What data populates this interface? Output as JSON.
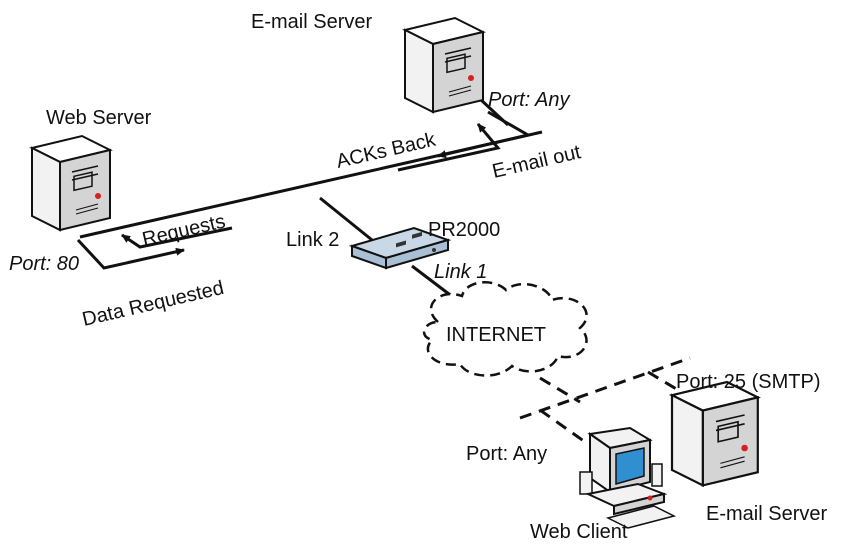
{
  "labels": {
    "email_server_top": "E-mail Server",
    "web_server": "Web Server",
    "port_any_top": "Port: Any",
    "acks_back": "ACKs Back",
    "email_out": "E-mail out",
    "requests": "Requests",
    "port_80": "Port: 80",
    "data_requested": "Data Requested",
    "link_2": "Link 2",
    "pr2000": "PR2000",
    "link_1": "Link 1",
    "internet": "INTERNET",
    "port_25": "Port: 25 (SMTP)",
    "port_any_client": "Port: Any",
    "email_server_bottom": "E-mail Server",
    "web_client": "Web Client"
  },
  "colors": {
    "line": "#111111",
    "server_fill": "#f2f2f2",
    "server_shade": "#d4d4d4",
    "router_fill": "#a9bfd4",
    "router_top": "#c8d8e6",
    "screen": "#2f8fd0",
    "led": "#d42020"
  },
  "icons": [
    "server-icon",
    "router-icon",
    "cloud-icon",
    "computer-icon"
  ]
}
